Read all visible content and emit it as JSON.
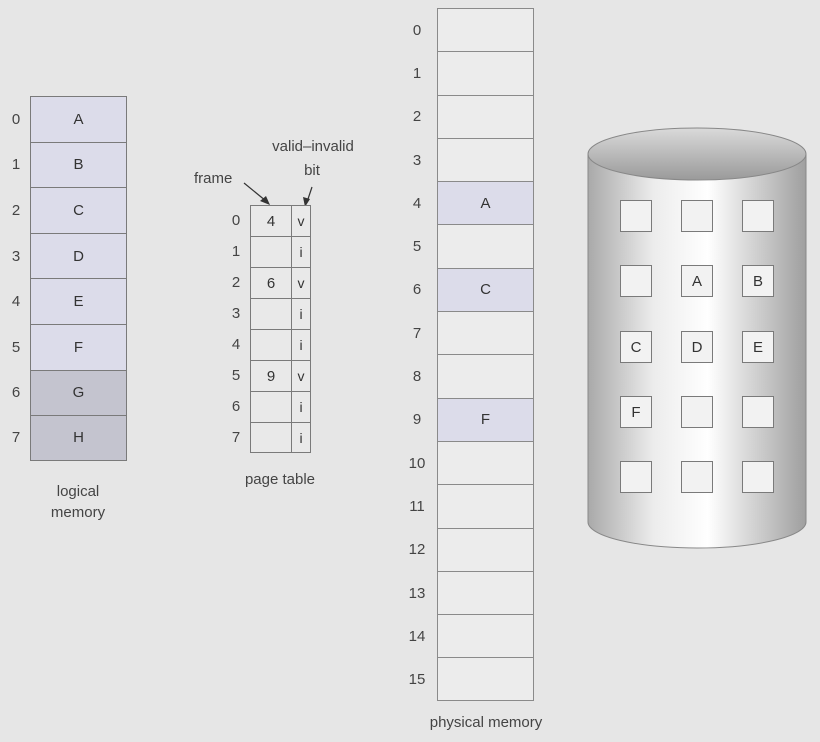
{
  "logical_memory": {
    "label": "logical\nmemory",
    "rows": [
      {
        "index": "0",
        "page": "A"
      },
      {
        "index": "1",
        "page": "B"
      },
      {
        "index": "2",
        "page": "C"
      },
      {
        "index": "3",
        "page": "D"
      },
      {
        "index": "4",
        "page": "E"
      },
      {
        "index": "5",
        "page": "F"
      },
      {
        "index": "6",
        "page": "G"
      },
      {
        "index": "7",
        "page": "H"
      }
    ]
  },
  "page_table": {
    "label": "page table",
    "frame_label": "frame",
    "valid_label_line1": "valid–invalid",
    "valid_label_line2": "bit",
    "rows": [
      {
        "index": "0",
        "frame": "4",
        "bit": "v"
      },
      {
        "index": "1",
        "frame": "",
        "bit": "i"
      },
      {
        "index": "2",
        "frame": "6",
        "bit": "v"
      },
      {
        "index": "3",
        "frame": "",
        "bit": "i"
      },
      {
        "index": "4",
        "frame": "",
        "bit": "i"
      },
      {
        "index": "5",
        "frame": "9",
        "bit": "v"
      },
      {
        "index": "6",
        "frame": "",
        "bit": "i"
      },
      {
        "index": "7",
        "frame": "",
        "bit": "i"
      }
    ]
  },
  "physical_memory": {
    "label": "physical memory",
    "rows": [
      {
        "index": "0",
        "content": ""
      },
      {
        "index": "1",
        "content": ""
      },
      {
        "index": "2",
        "content": ""
      },
      {
        "index": "3",
        "content": ""
      },
      {
        "index": "4",
        "content": "A"
      },
      {
        "index": "5",
        "content": ""
      },
      {
        "index": "6",
        "content": "C"
      },
      {
        "index": "7",
        "content": ""
      },
      {
        "index": "8",
        "content": ""
      },
      {
        "index": "9",
        "content": "F"
      },
      {
        "index": "10",
        "content": ""
      },
      {
        "index": "11",
        "content": ""
      },
      {
        "index": "12",
        "content": ""
      },
      {
        "index": "13",
        "content": ""
      },
      {
        "index": "14",
        "content": ""
      },
      {
        "index": "15",
        "content": ""
      }
    ]
  },
  "disk": {
    "cells": [
      "",
      "",
      "",
      "",
      "A",
      "B",
      "C",
      "D",
      "E",
      "F",
      "",
      "",
      "",
      "",
      ""
    ]
  }
}
